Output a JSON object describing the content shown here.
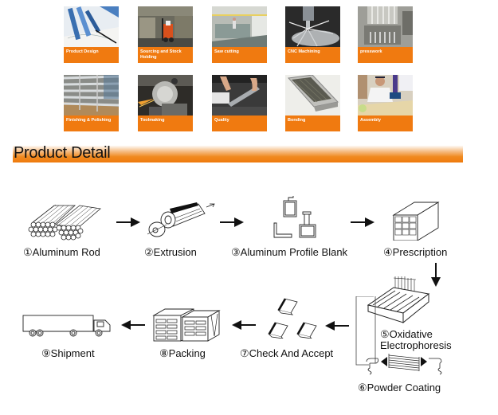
{
  "process_tiles": {
    "accent_color": "#f07a10",
    "row1": [
      {
        "label": "Product Design",
        "icon": "blueprint-photo"
      },
      {
        "label": "Sourcing and Stock Holding",
        "icon": "forklift-photo"
      },
      {
        "label": "Saw cutting",
        "icon": "saw-line-photo"
      },
      {
        "label": "CNC Machining",
        "icon": "cnc-photo"
      },
      {
        "label": "presswork",
        "icon": "press-photo"
      }
    ],
    "row2": [
      {
        "label": "Finishing & Polishing",
        "icon": "profiles-photo"
      },
      {
        "label": "Toolmaking",
        "icon": "grinder-photo"
      },
      {
        "label": "Quality",
        "icon": "inspection-photo"
      },
      {
        "label": "Bonding",
        "icon": "heatsink-photo"
      },
      {
        "label": "Assembly",
        "icon": "worker-photo"
      }
    ]
  },
  "section": {
    "title": "Product Detail"
  },
  "flow": {
    "steps": [
      {
        "num": "①",
        "label": "Aluminum Rod"
      },
      {
        "num": "②",
        "label": "Extrusion"
      },
      {
        "num": "③",
        "label": "Aluminum Profile Blank"
      },
      {
        "num": "④",
        "label": "Prescription"
      },
      {
        "num": "⑤",
        "label": "Oxidative",
        "label2": "Electrophoresis"
      },
      {
        "num": "⑥",
        "label": "Powder Coating"
      },
      {
        "num": "⑦",
        "label": "Check And Accept"
      },
      {
        "num": "⑧",
        "label": "Packing"
      },
      {
        "num": "⑨",
        "label": "Shipment"
      }
    ]
  }
}
